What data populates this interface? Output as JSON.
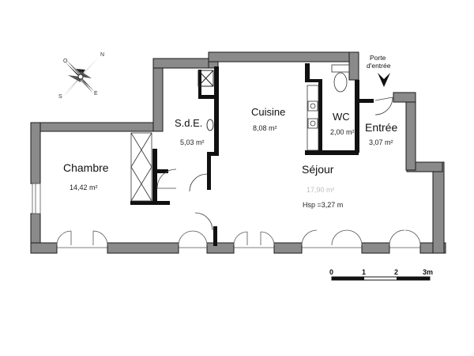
{
  "compass": {
    "n": "N",
    "s": "S",
    "e": "E",
    "o": "O"
  },
  "rooms": {
    "chambre": {
      "name": "Chambre",
      "area": "14,42 m²"
    },
    "sde": {
      "name": "S.d.E.",
      "area": "5,03 m²"
    },
    "cuisine": {
      "name": "Cuisine",
      "area": "8,08 m²"
    },
    "wc": {
      "name": "WC",
      "area": "2,00 m²"
    },
    "entree": {
      "name": "Entrée",
      "area": "3,07 m²"
    },
    "sejour": {
      "name": "Séjour",
      "area": "17,90 m²",
      "ceiling": "Hsp =3,27 m"
    }
  },
  "entrance_label": {
    "line1": "Porte",
    "line2": "d'entrée"
  },
  "scale": {
    "labels": [
      "0",
      "1",
      "2",
      "3m"
    ]
  },
  "colors": {
    "wall_fill": "#8a8a8a",
    "wall_edge": "#1a1a1a",
    "floor": "#ffffff"
  }
}
